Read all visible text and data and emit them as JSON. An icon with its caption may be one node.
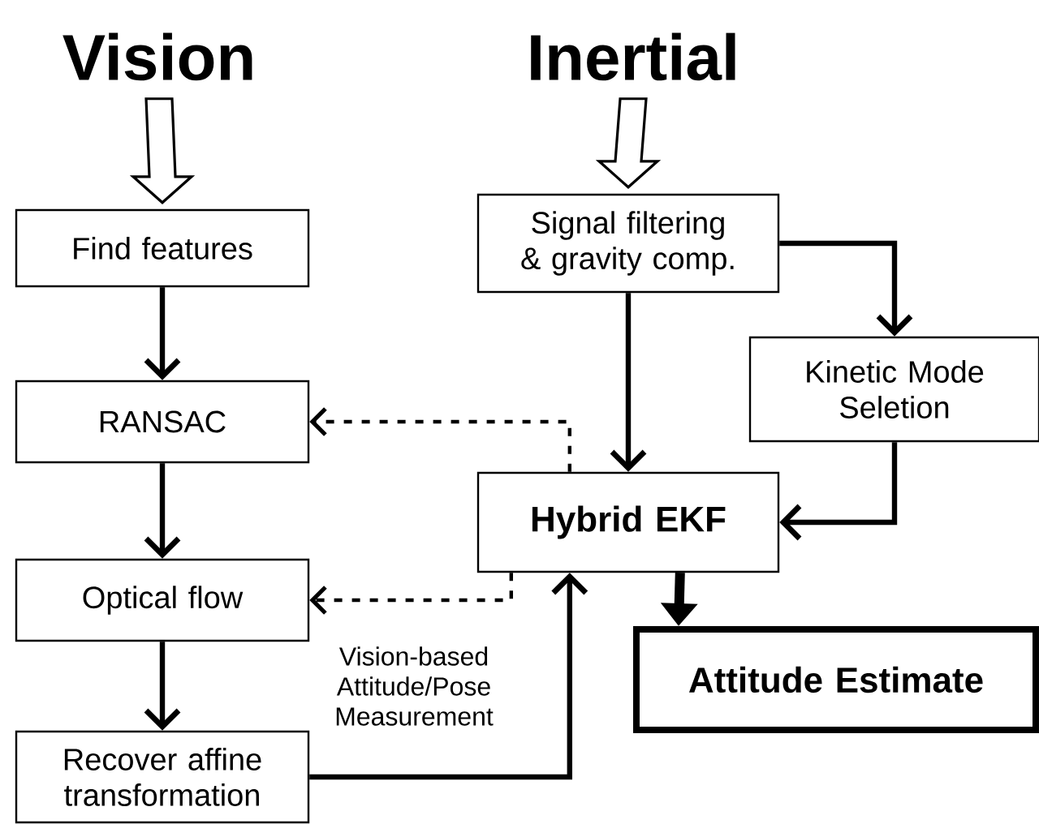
{
  "diagram": {
    "nodes": [
      {
        "text": [
          "Vision"
        ]
      },
      {
        "text": [
          "Inertial"
        ]
      },
      {
        "text": [
          "Find features"
        ]
      },
      {
        "text": [
          "RANSAC"
        ]
      },
      {
        "text": [
          "Optical flow"
        ]
      },
      {
        "text": [
          "Recover affine transformation"
        ]
      },
      {
        "text": [
          "Signal filtering & gravity comp."
        ]
      },
      {
        "text": [
          "Kinetic Mode Seletion"
        ]
      },
      {
        "text": [
          "Hybrid EKF"
        ]
      },
      {
        "text": [
          "Attitude Estimate"
        ]
      }
    ],
    "edges": [
      {
        "from": 0,
        "to": 2,
        "arrow": "to"
      },
      {
        "from": 1,
        "to": 6,
        "arrow": "to"
      },
      {
        "from": 2,
        "to": 3,
        "arrow": "to"
      },
      {
        "from": 3,
        "to": 4,
        "arrow": "to"
      },
      {
        "from": 4,
        "to": 5,
        "arrow": "to"
      },
      {
        "from": 6,
        "to": 8,
        "arrow": "to"
      },
      {
        "from": 6,
        "to": 7,
        "arrow": "to"
      },
      {
        "from": 7,
        "to": 8,
        "arrow": "to"
      },
      {
        "from": 8,
        "to": 3,
        "arrow": "to",
        "style": "dashed"
      },
      {
        "from": 8,
        "to": 4,
        "arrow": "to",
        "style": "dashed"
      },
      {
        "from": 5,
        "to": 8,
        "arrow": "to",
        "label": "Vision-based Attitude/Pose Measurement"
      },
      {
        "from": 8,
        "to": 9,
        "arrow": "to",
        "style": "thick"
      }
    ]
  }
}
